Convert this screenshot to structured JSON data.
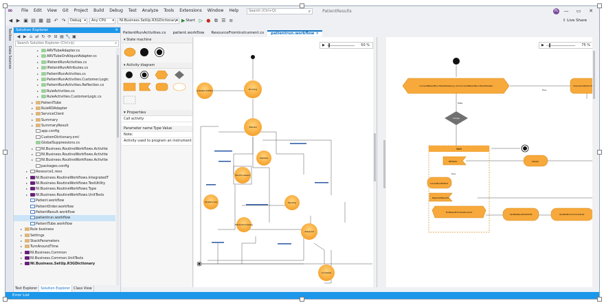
{
  "menu": [
    "File",
    "Edit",
    "View",
    "Git",
    "Project",
    "Build",
    "Debug",
    "Test",
    "Analyze",
    "Tools",
    "Extensions",
    "Window",
    "Help"
  ],
  "search_placeholder": "Search (Ctrl+Q)",
  "solution_name": "PatientResults",
  "user_initials": "PL",
  "toolbar": {
    "config": "Debug",
    "platform": "Any CPU",
    "startup_project": "NI.Business.SetUp.R3GDictionary",
    "start_label": "Start",
    "live_share": "Live Share"
  },
  "vertical_tabs": [
    "Toolbox",
    "Data Sources"
  ],
  "solution_explorer": {
    "title": "Solution Explorer",
    "search_placeholder": "Search Solution Explorer (Ctrl+$)",
    "tree": [
      {
        "label": "ARVTubeAdapter.cs",
        "indent": 4,
        "icon": "cs",
        "exp": "▸"
      },
      {
        "label": "ARVTubeOnAliquotAdapter.cs",
        "indent": 4,
        "icon": "cs",
        "exp": "▸"
      },
      {
        "label": "IPatientRunActivities.cs",
        "indent": 4,
        "icon": "cs",
        "exp": "▸"
      },
      {
        "label": "IPatientRunAttributes.cs",
        "indent": 4,
        "icon": "cs",
        "exp": "▸"
      },
      {
        "label": "PatientRunActivities.cs",
        "indent": 4,
        "icon": "cs",
        "exp": "▸"
      },
      {
        "label": "PatientRunActivities.Customer.Logic",
        "indent": 4,
        "icon": "cs",
        "exp": "▸"
      },
      {
        "label": "PatientRunActivities.Reflection.cs",
        "indent": 4,
        "icon": "cs",
        "exp": "▸"
      },
      {
        "label": "RuleActivities.cs",
        "indent": 4,
        "icon": "cs",
        "exp": "▸"
      },
      {
        "label": "RuleActivities.CustomerLogic.cs",
        "indent": 4,
        "icon": "cs",
        "exp": "▸"
      },
      {
        "label": "PatientTube",
        "indent": 3,
        "icon": "folder",
        "exp": "▸"
      },
      {
        "label": "RuleRDAdapter",
        "indent": 3,
        "icon": "folder",
        "exp": "▸"
      },
      {
        "label": "ServiceClient",
        "indent": 3,
        "icon": "folder",
        "exp": "▸"
      },
      {
        "label": "Summary",
        "indent": 3,
        "icon": "folder",
        "exp": "▸"
      },
      {
        "label": "SummaryResult",
        "indent": 3,
        "icon": "folder",
        "exp": "▸"
      },
      {
        "label": "app.config",
        "indent": 3,
        "icon": "file",
        "exp": ""
      },
      {
        "label": "CustomDictionary.xml",
        "indent": 3,
        "icon": "file",
        "exp": ""
      },
      {
        "label": "GlobalSuppressions.cs",
        "indent": 3,
        "icon": "cs",
        "exp": ""
      },
      {
        "label": "NI.Business.RoutineWorkflows.Activitie",
        "indent": 3,
        "icon": "file",
        "exp": "▸"
      },
      {
        "label": "NI.Business.RoutineWorkflows.Activitie",
        "indent": 3,
        "icon": "file",
        "exp": "▸"
      },
      {
        "label": "NI.Business.RoutineWorkflows.Activitie",
        "indent": 3,
        "icon": "file",
        "exp": "▸"
      },
      {
        "label": "packages.config",
        "indent": 3,
        "icon": "file",
        "exp": ""
      },
      {
        "label": "Resource1.resx",
        "indent": 2,
        "icon": "file",
        "exp": "▸"
      },
      {
        "label": "NI.Business.RoutineWorkflows.IntegratedT",
        "indent": 2,
        "icon": "proj",
        "exp": "▸"
      },
      {
        "label": "NI.Business.RoutineWorkflows.TestUtility",
        "indent": 2,
        "icon": "proj",
        "exp": "▸"
      },
      {
        "label": "NI.Business.RoutineWorkflows.Type",
        "indent": 2,
        "icon": "proj",
        "exp": "▸"
      },
      {
        "label": "NI.Business.RoutineWorkflows.UnitTests",
        "indent": 2,
        "icon": "proj",
        "exp": "▸"
      },
      {
        "label": "Patient.workflow",
        "indent": 2,
        "icon": "wf",
        "exp": ""
      },
      {
        "label": "PatientOrder.workflow",
        "indent": 2,
        "icon": "wf",
        "exp": ""
      },
      {
        "label": "PatientResult.workflow",
        "indent": 2,
        "icon": "wf",
        "exp": ""
      },
      {
        "label": "patientrun.workflow",
        "indent": 2,
        "icon": "wf",
        "exp": "",
        "selected": true
      },
      {
        "label": "PatientTube.workflow",
        "indent": 2,
        "icon": "wf",
        "exp": ""
      },
      {
        "label": "Rule business",
        "indent": 1,
        "icon": "folder",
        "exp": "▸"
      },
      {
        "label": "Settings",
        "indent": 1,
        "icon": "folder",
        "exp": "▸"
      },
      {
        "label": "StackParameters",
        "indent": 1,
        "icon": "folder",
        "exp": "▸"
      },
      {
        "label": "TurnAroundTime",
        "indent": 1,
        "icon": "folder",
        "exp": "▸"
      },
      {
        "label": "NI.Business.Common",
        "indent": 1,
        "icon": "proj",
        "exp": "▸"
      },
      {
        "label": "NI.Business.Common.UnitTests",
        "indent": 1,
        "icon": "proj",
        "exp": "▸"
      },
      {
        "label": "NI.Business.SetUp.R3GDictionary",
        "indent": 1,
        "icon": "proj",
        "exp": "▸",
        "bold": true
      }
    ],
    "bottom_tabs": [
      "Test Explorer",
      "Solution Explorer",
      "Class View"
    ]
  },
  "doc_tabs": [
    "PatientRunActivities.cs",
    "patient.workflow",
    "ResourceFromInstrument.cs",
    "patientrun.workflow"
  ],
  "toolbox": {
    "state_machine_label": "State machine",
    "activity_diagram_label": "Activity diagram",
    "properties_label": "Properties",
    "prop_type": "Call activity",
    "prop_header": "Parameter name  Type  Value",
    "prop_note_label": "Note:",
    "prop_note": "Activity used to program an instrument"
  },
  "canvas1": {
    "zoom": "50 %",
    "states": [
      "Activate PoHitin",
      "Running",
      "Started",
      "Pre-Processed",
      "Validate",
      "StopProcess",
      "Pause-Processing",
      "Pending",
      "Assigned",
      "Complete"
    ]
  },
  "canvas2": {
    "zoom": "75 %",
    "nodes": {
      "decision_action": "CurrentPatientRun.ModeHasQuery and CurrentPatientRun.ModeHasRun",
      "right_action": "CheckpointRunPrint",
      "merge_label": "merge",
      "container": "Wait",
      "start_label": "RDState",
      "delete": "Delete",
      "send": "CurrentRunMethod",
      "results": "RejectedResults",
      "instrument": "FullResultFromInstrument",
      "update": "UpdateResultInstrRdb",
      "result_comment": "UpdateRunCommentList"
    },
    "edge_labels": [
      "true",
      "false",
      "true"
    ]
  },
  "status_bar": "Error List"
}
